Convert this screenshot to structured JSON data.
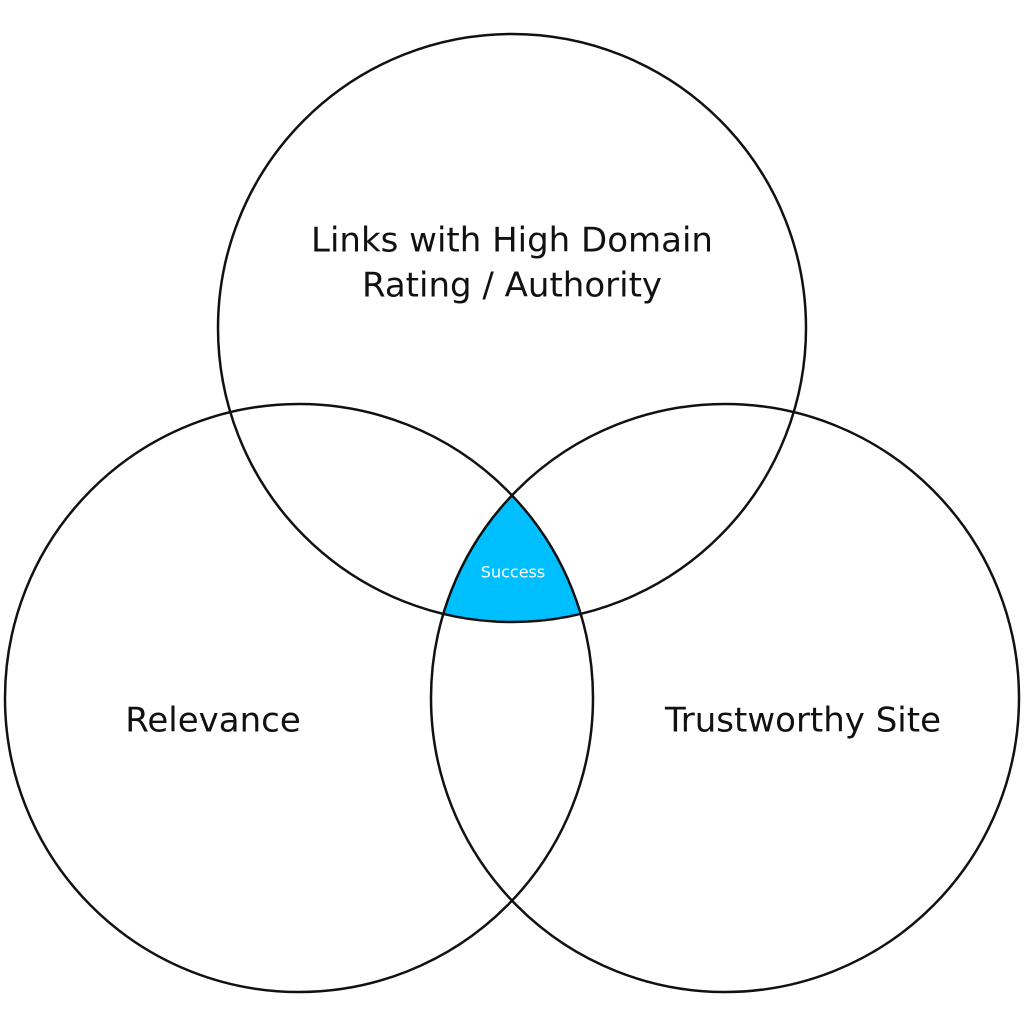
{
  "diagram": {
    "type": "venn",
    "sets": [
      {
        "id": "top",
        "label_lines": [
          "Links with High Domain",
          "Rating / Authority"
        ]
      },
      {
        "id": "left",
        "label_lines": [
          "Relevance"
        ]
      },
      {
        "id": "right",
        "label_lines": [
          "Trustworthy Site"
        ]
      }
    ],
    "intersection": {
      "label": "Success",
      "fill_color": "#00BFFF"
    },
    "outline_color": "#111111",
    "background_color": "#FFFFFF"
  }
}
